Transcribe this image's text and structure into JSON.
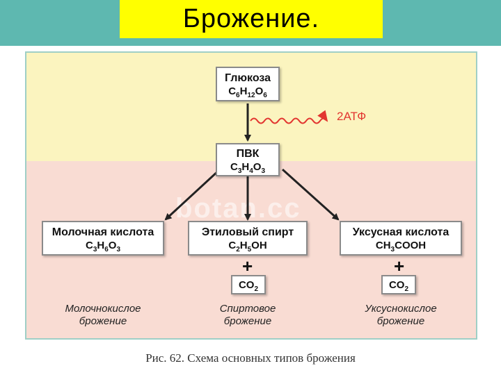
{
  "title": "Брожение.",
  "colors": {
    "header_band": "#5eb8b0",
    "title_bg": "#ffff00",
    "zone_top": "#fbf4bf",
    "zone_bottom": "#f9dcd3",
    "frame_border": "#9fcfc6",
    "arrow": "#222222",
    "atp": "#e23530"
  },
  "diagram": {
    "glucose": {
      "name": "Глюкоза",
      "formula": [
        "C",
        "6",
        "H",
        "12",
        "O",
        "6"
      ]
    },
    "atp_label": "2АТФ",
    "pvk": {
      "name": "ПВК",
      "formula": [
        "C",
        "3",
        "H",
        "4",
        "O",
        "3"
      ]
    },
    "lactic": {
      "name": "Молочная кислота",
      "formula": [
        "C",
        "3",
        "H",
        "6",
        "O",
        "3"
      ]
    },
    "ethanol": {
      "name": "Этиловый спирт",
      "formula": [
        "C",
        "2",
        "H",
        "5",
        "OH"
      ]
    },
    "acetic": {
      "name": "Уксусная кислота",
      "formula": [
        "CH",
        "3",
        "COOH"
      ]
    },
    "plus": "+",
    "co2": [
      "CO",
      "2"
    ],
    "captions": {
      "lactic": [
        "Молочнокислое",
        "брожение"
      ],
      "alcohol": [
        "Спиртовое",
        "брожение"
      ],
      "acetic": [
        "Уксуснокислое",
        "брожение"
      ]
    },
    "watermark": "botan.cc"
  },
  "figure_caption": "Рис. 62. Схема основных типов брожения"
}
